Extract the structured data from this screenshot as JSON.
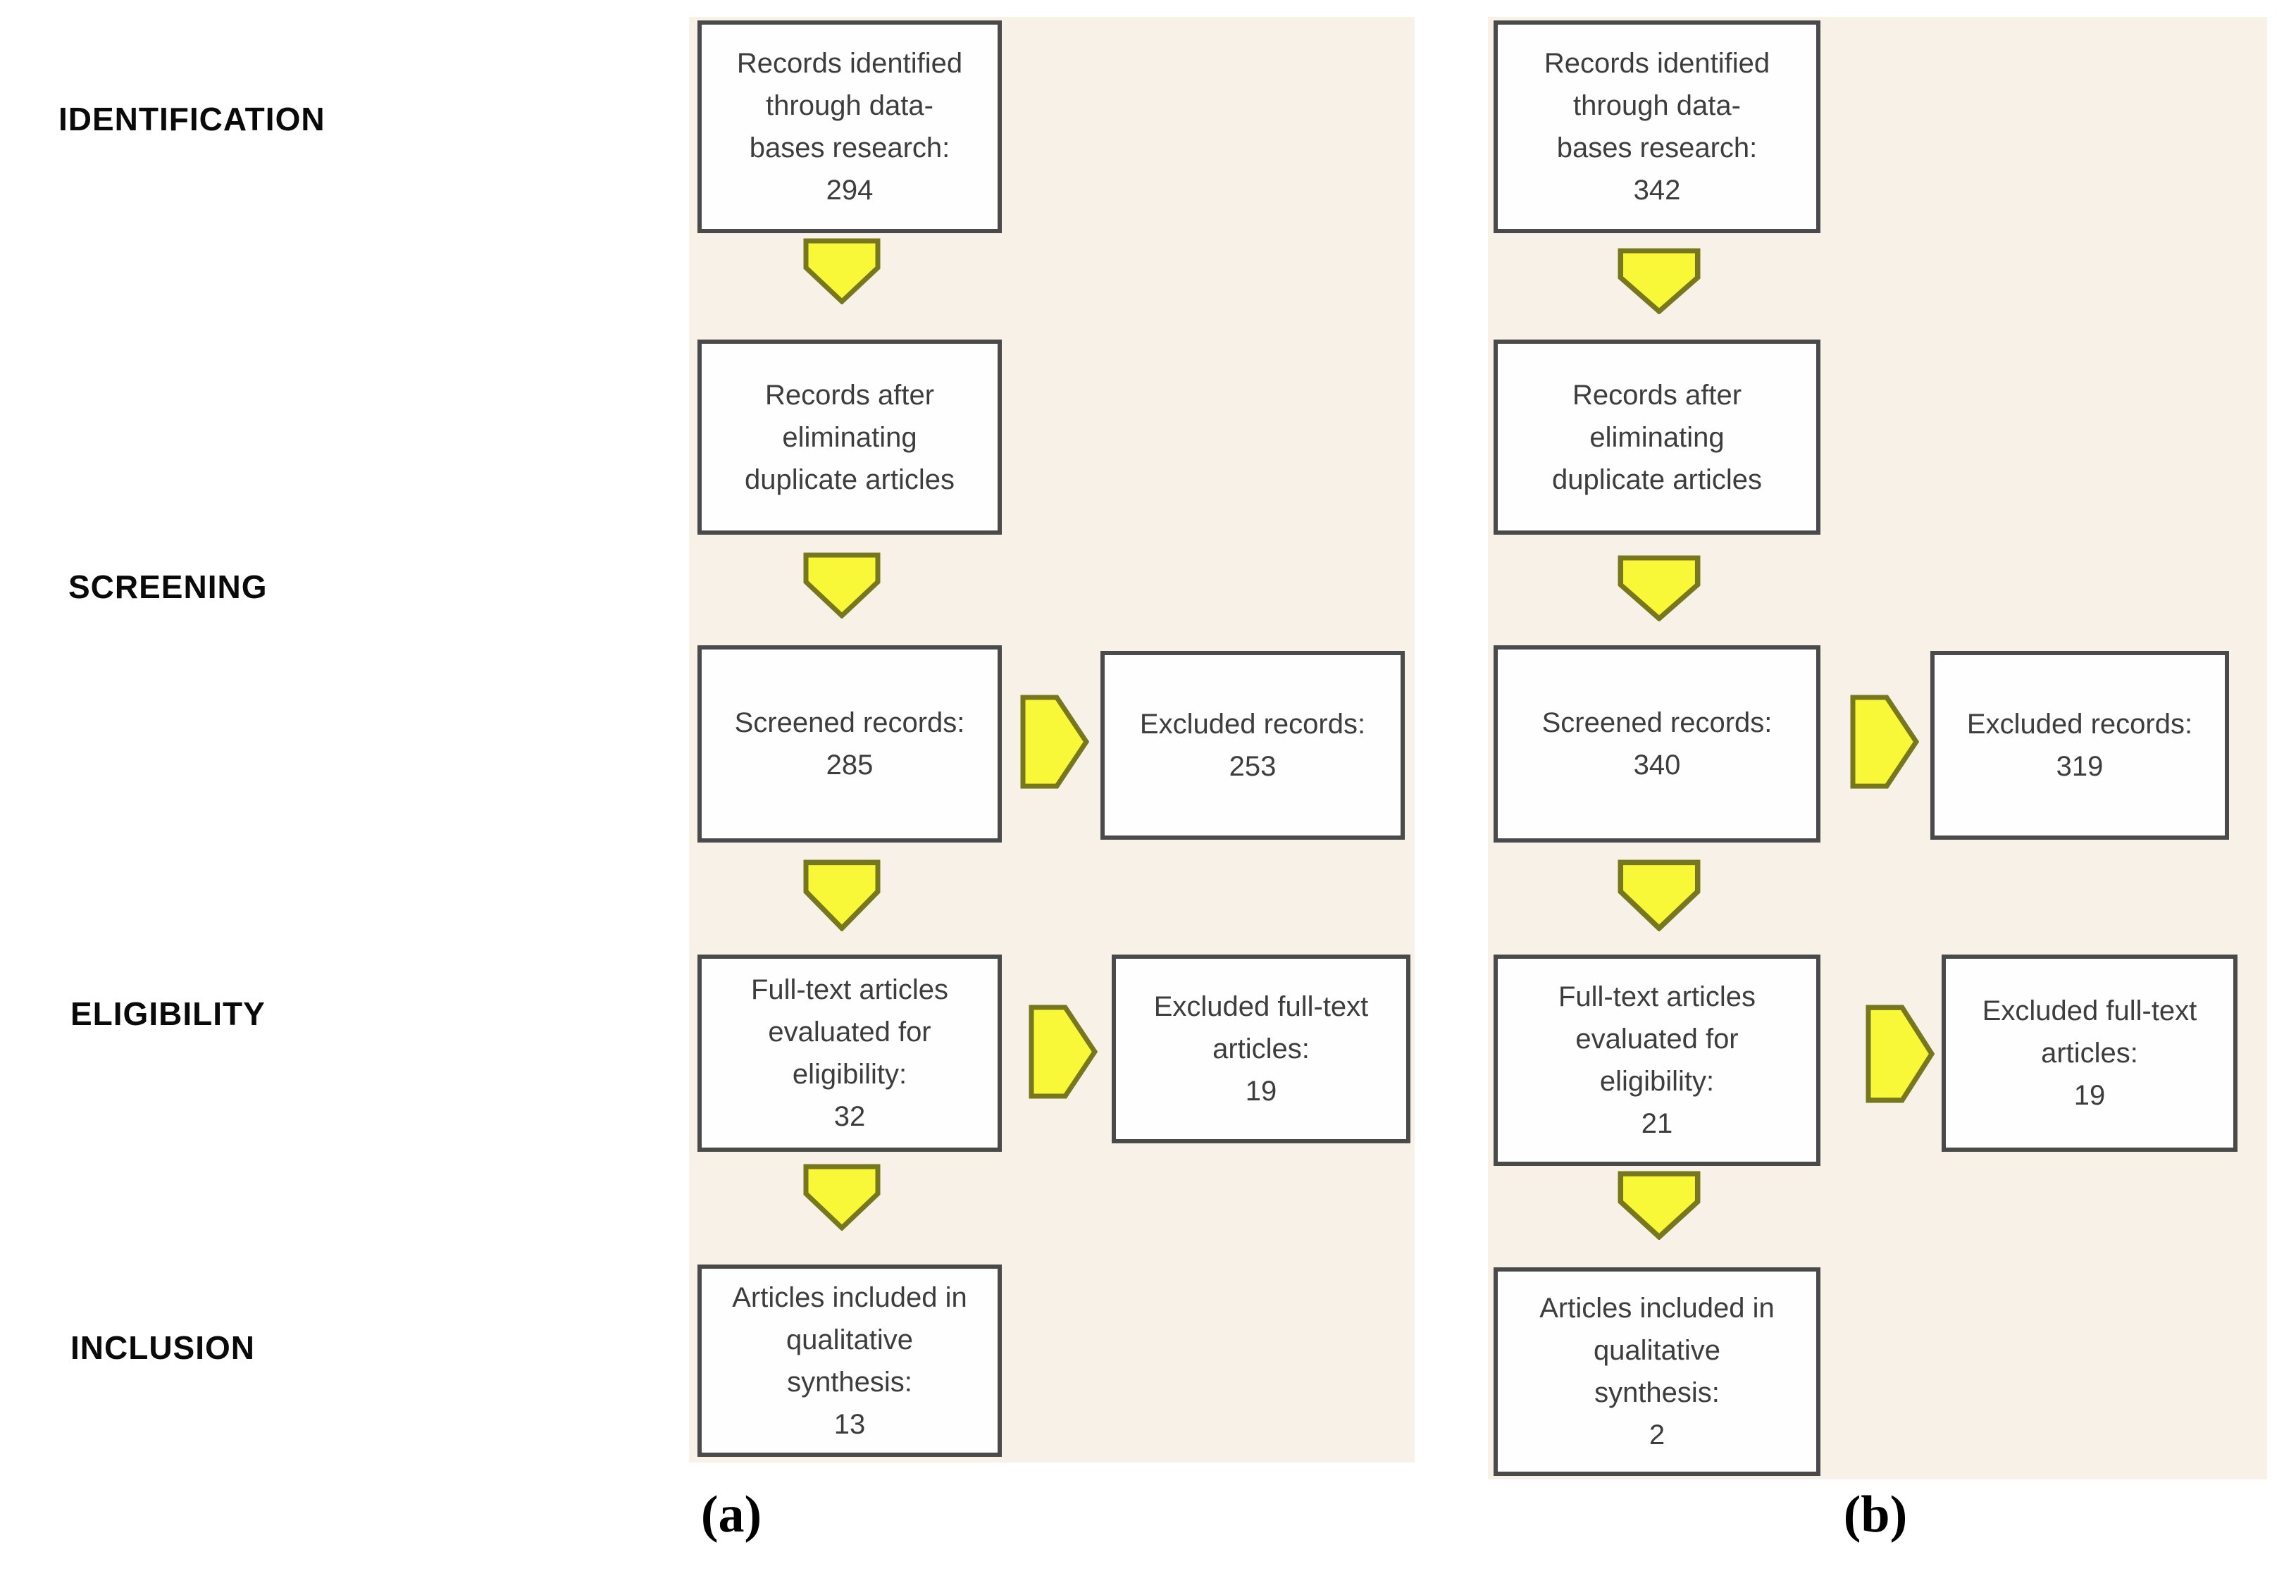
{
  "colors": {
    "panel_bg": "#f7f1e8",
    "box_bg": "#fefefe",
    "box_border": "#4a4a4a",
    "arrow_fill": "#f8f838",
    "arrow_stroke": "#77771e",
    "text": "#3d3d3d",
    "label_text": "#0a0a0a"
  },
  "stage_labels": [
    "IDENTIFICATION",
    "SCREENING",
    "ELIGIBILITY",
    "INCLUSION"
  ],
  "panels": {
    "a": {
      "caption": "(a)",
      "steps": {
        "identified": "Records identified\nthrough data-\nbases research:\n294",
        "deduplicated": "Records after\neliminating\nduplicate articles",
        "screened": "Screened records:\n285",
        "fulltext": "Full-text articles\nevaluated for\neligibility:\n32",
        "included": "Articles included in\nqualitative\nsynthesis:\n13"
      },
      "excluded": {
        "records": "Excluded records:\n253",
        "fulltext": "Excluded full-text\narticles:\n19"
      },
      "counts": {
        "identified": 294,
        "screened": 285,
        "excluded_records": 253,
        "fulltext_evaluated": 32,
        "excluded_fulltext": 19,
        "included": 13
      }
    },
    "b": {
      "caption": "(b)",
      "steps": {
        "identified": "Records identified\nthrough data-\nbases research:\n342",
        "deduplicated": "Records after\neliminating\nduplicate articles",
        "screened": "Screened records:\n340",
        "fulltext": "Full-text articles\nevaluated for\neligibility:\n21",
        "included": "Articles included in\nqualitative\nsynthesis:\n2"
      },
      "excluded": {
        "records": "Excluded records:\n319",
        "fulltext": "Excluded full-text\narticles:\n19"
      },
      "counts": {
        "identified": 342,
        "screened": 340,
        "excluded_records": 319,
        "fulltext_evaluated": 21,
        "excluded_fulltext": 19,
        "included": 2
      }
    }
  }
}
